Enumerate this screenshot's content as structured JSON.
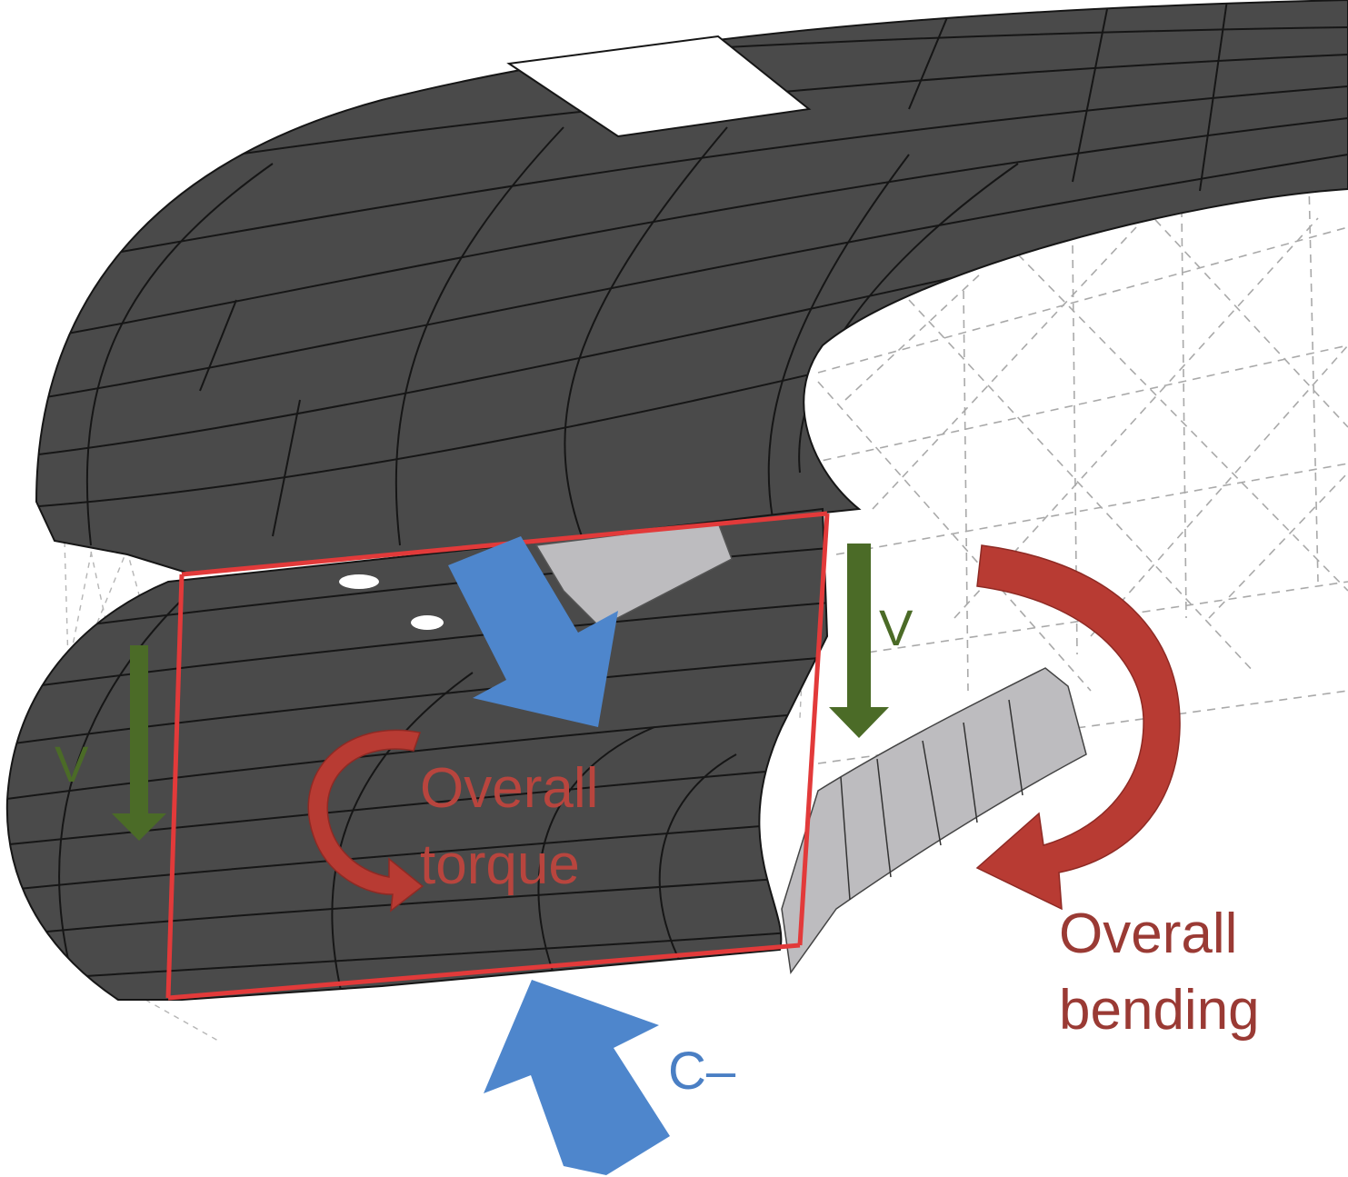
{
  "figure": {
    "labels": {
      "shear_right": "V",
      "shear_left": "V",
      "torque": [
        "Overall",
        "torque"
      ],
      "bending": [
        "Overall",
        "bending"
      ],
      "compression": "C–"
    },
    "colors": {
      "shell_dark": "#4a4a4a",
      "shell_light": "#bdbcbf",
      "mesh_line": "#161616",
      "outline_red": "#e23a3a",
      "shear_arrow_green": "#4b6b27",
      "moment_arrow_red": "#b83b33",
      "compression_arrow_blue": "#4e86cc",
      "label_blue": "#4a7fc4",
      "label_red": "#9a3a34",
      "grid_dashed": "#a9a9a9"
    },
    "icons": [
      "shear-arrow-icon",
      "torque-curved-arrow-icon",
      "bending-curved-arrow-icon",
      "compression-arrow-icon"
    ]
  }
}
